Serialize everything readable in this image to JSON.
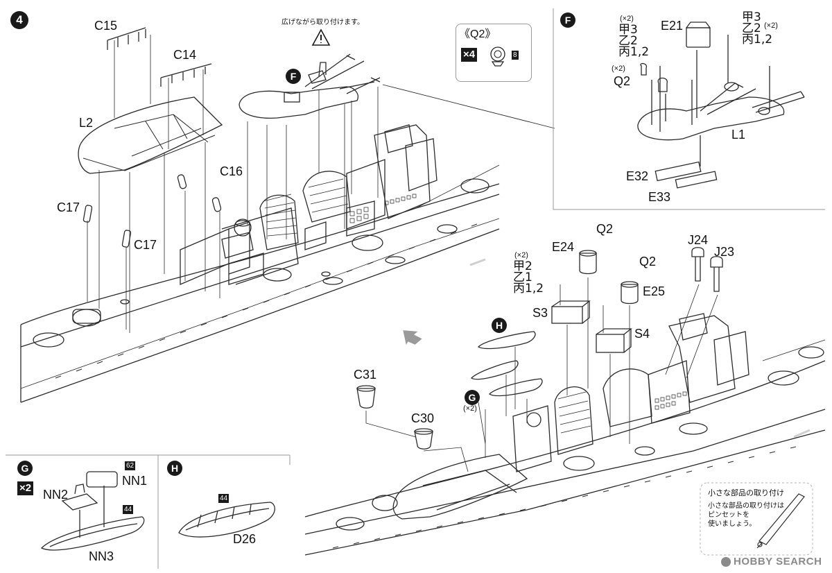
{
  "step": "4",
  "top_note": "広げながら取り付けます。",
  "callout_f": "F",
  "callout_h": "H",
  "callout_g": "G",
  "q2_box": {
    "title": "《Q2》",
    "mult": "×4",
    "part_no": "8"
  },
  "main_labels": {
    "c15": "C15",
    "c14": "C14",
    "l2": "L2",
    "c16": "C16",
    "c17a": "C17",
    "c17b": "C17"
  },
  "panel_f": {
    "marker": "F",
    "e21": "E21",
    "x2a": "(×2)",
    "k3a": "甲3",
    "o2a": "乙2",
    "h12a": "丙1,2",
    "x2b": "(×2)",
    "q2": "Q2",
    "k3b": "甲3",
    "o2b": "乙2",
    "x2c": "(×2)",
    "h12b": "丙1,2",
    "l1": "L1",
    "e32": "E32",
    "e33": "E33"
  },
  "lower_labels": {
    "q2a": "Q2",
    "e24": "E24",
    "q2b": "Q2",
    "j24": "J24",
    "j23": "J23",
    "x2": "(×2)",
    "k2": "甲2",
    "o1": "乙1",
    "h12": "丙1,2",
    "e25": "E25",
    "s3": "S3",
    "s4": "S4",
    "c31": "C31",
    "c30": "C30",
    "g_x2": "(×2)"
  },
  "panel_g": {
    "marker": "G",
    "mult": "×2",
    "nn2": "NN2",
    "nn1": "NN1",
    "nn3": "NN3",
    "p62": "62",
    "p44": "44"
  },
  "panel_h": {
    "marker": "H",
    "d26": "D26",
    "p44": "44"
  },
  "tip": {
    "title": "小さな部品の取り付け",
    "line1": "小さな部品の取り付けは",
    "line2": "ピンセットを",
    "line3": "使いましょう。"
  },
  "watermark": "HOBBY SEARCH"
}
